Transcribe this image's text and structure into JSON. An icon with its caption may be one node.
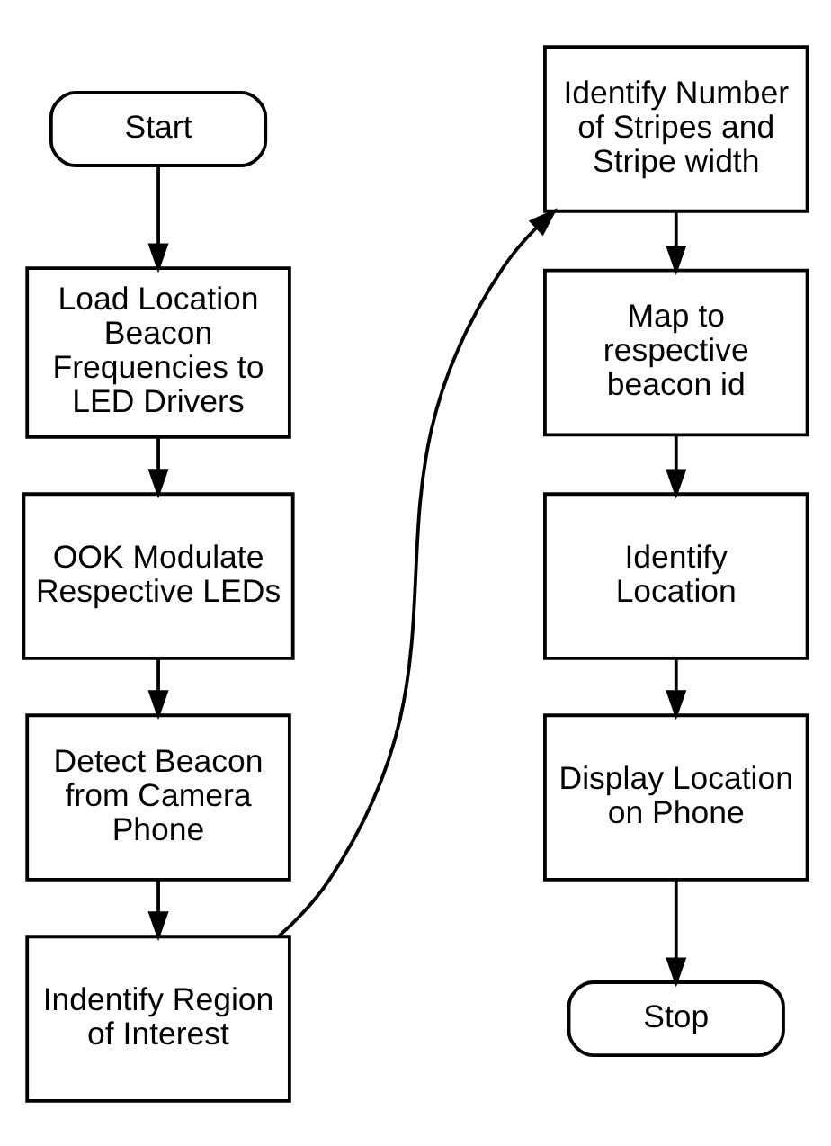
{
  "diagram": {
    "nodes": [
      {
        "text": [
          "Start"
        ]
      },
      {
        "text": [
          "Load Location Beacon Frequencies to LED Drivers"
        ]
      },
      {
        "text": [
          "OOK Modulate Respective LEDs"
        ]
      },
      {
        "text": [
          "Detect Beacon from Camera Phone"
        ]
      },
      {
        "text": [
          "Indentify Region of Interest"
        ]
      },
      {
        "text": [
          "Identify Number of Stripes and Stripe width"
        ]
      },
      {
        "text": [
          "Map to respective beacon id"
        ]
      },
      {
        "text": [
          "Identify Location"
        ]
      },
      {
        "text": [
          "Display Location on Phone"
        ]
      },
      {
        "text": [
          "Stop"
        ]
      }
    ],
    "edges": [
      {
        "from": 0,
        "to": 1,
        "arrow": "to"
      },
      {
        "from": 1,
        "to": 2,
        "arrow": "to"
      },
      {
        "from": 2,
        "to": 3,
        "arrow": "to"
      },
      {
        "from": 3,
        "to": 4,
        "arrow": "to"
      },
      {
        "from": 4,
        "to": 5,
        "arrow": "to"
      },
      {
        "from": 5,
        "to": 6,
        "arrow": "to"
      },
      {
        "from": 6,
        "to": 7,
        "arrow": "to"
      },
      {
        "from": 7,
        "to": 8,
        "arrow": "to"
      },
      {
        "from": 8,
        "to": 9,
        "arrow": "to"
      }
    ]
  }
}
